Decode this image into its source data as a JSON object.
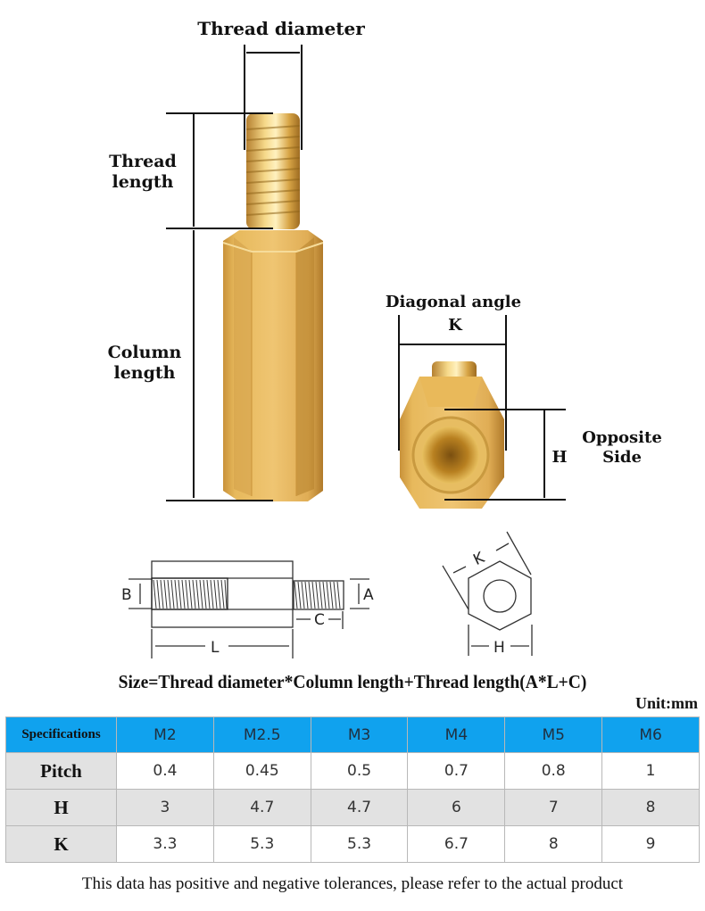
{
  "labels": {
    "thread_diameter": "Thread diameter",
    "thread_length": "Thread\nlength",
    "thread_length_line1": "Thread",
    "thread_length_line2": "length",
    "column_length_line1": "Column",
    "column_length_line2": "length",
    "diagonal_angle": "Diagonal angle",
    "k": "K",
    "h": "H",
    "opposite_line1": "Opposite",
    "opposite_line2": "Side"
  },
  "schematic": {
    "side_view": {
      "B": "B",
      "A": "A",
      "C": "C",
      "L": "L"
    },
    "hex_view": {
      "K": "K",
      "H": "H"
    }
  },
  "formula": "Size=Thread diameter*Column length+Thread length(A*L+C)",
  "unit": "Unit:mm",
  "table": {
    "header": [
      "Specifications",
      "M2",
      "M2.5",
      "M3",
      "M4",
      "M5",
      "M6"
    ],
    "rows": [
      {
        "label": "Pitch",
        "values": [
          "0.4",
          "0.45",
          "0.5",
          "0.7",
          "0.8",
          "1"
        ]
      },
      {
        "label": "H",
        "values": [
          "3",
          "4.7",
          "4.7",
          "6",
          "7",
          "8"
        ]
      },
      {
        "label": "K",
        "values": [
          "3.3",
          "5.3",
          "5.3",
          "6.7",
          "8",
          "9"
        ]
      }
    ],
    "header_color": "#10a2ee",
    "shade_color": "#e2e2e2"
  },
  "note": "This data has positive and negative tolerances, please refer to the actual product",
  "colors": {
    "brass_light": "#f3cf78",
    "brass_mid": "#dba84a",
    "brass_dark": "#a87424"
  }
}
